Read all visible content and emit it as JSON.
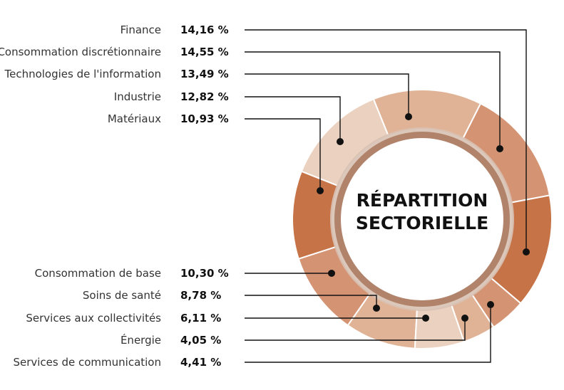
{
  "chart_data": {
    "type": "pie",
    "title": "RÉPARTITION SECTORIELLE",
    "title_lines": [
      "RÉPARTITION",
      "SECTORIELLE"
    ],
    "unit": "%",
    "slices": [
      {
        "label": "Finance",
        "value": 14.16,
        "value_text": "14,16 %",
        "color": "#c67347"
      },
      {
        "label": "Consommation discrétionnaire",
        "value": 14.55,
        "value_text": "14,55 %",
        "color": "#d49474"
      },
      {
        "label": "Technologies de l'information",
        "value": 13.49,
        "value_text": "13,49 %",
        "color": "#e0b396"
      },
      {
        "label": "Industrie",
        "value": 12.82,
        "value_text": "12,82 %",
        "color": "#ebd2c0"
      },
      {
        "label": "Matériaux",
        "value": 10.93,
        "value_text": "10,93 %",
        "color": "#c67347"
      },
      {
        "label": "Consommation de base",
        "value": 10.3,
        "value_text": "10,30 %",
        "color": "#d49474"
      },
      {
        "label": "Soins de santé",
        "value": 8.78,
        "value_text": "8,78 %",
        "color": "#e0b396"
      },
      {
        "label": "Services aux collectivités",
        "value": 6.11,
        "value_text": "6,11 %",
        "color": "#ebd2c0"
      },
      {
        "label": "Énergie",
        "value": 4.05,
        "value_text": "4,05 %",
        "color": "#e0b396"
      },
      {
        "label": "Services de communication",
        "value": 4.41,
        "value_text": "4,41 %",
        "color": "#d49474"
      }
    ]
  }
}
